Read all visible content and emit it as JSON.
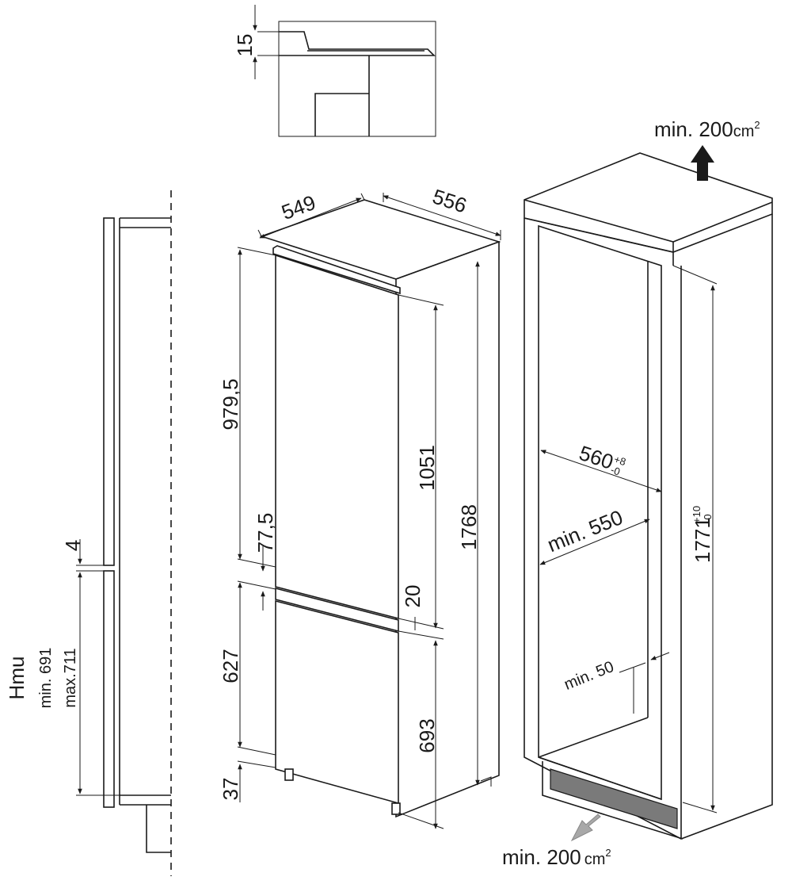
{
  "dimensions": {
    "ceiling_gap": "15",
    "width": "549",
    "depth": "556",
    "upper_height": "979,5",
    "door_gap": "77,5",
    "fridge_door": "1051",
    "total_height": "1768",
    "mid_gap": "20",
    "lower_height": "627",
    "freezer_door": "693",
    "bottom_gap": "37",
    "side_gap": "4",
    "niche_width": "560",
    "niche_width_tol_plus": "+8",
    "niche_width_tol_minus": "-0",
    "niche_depth": "min. 550",
    "niche_height": "1771",
    "niche_height_tol_plus": "+10",
    "niche_height_tol_minus": "-0",
    "min_clearance": "min. 50"
  },
  "ventilation": {
    "top_prefix": "min. 200",
    "top_unit": "cm",
    "top_exp": "2",
    "bottom_prefix": "min. 200",
    "bottom_unit": "cm",
    "bottom_exp": "2"
  },
  "hmu": {
    "label": "Hmu",
    "min": "min. 691",
    "max": "max.711"
  },
  "colors": {
    "line": "#1a1a1a",
    "vent_arrow_dark": "#1a1a1a",
    "vent_arrow_light": "#a8a8a8",
    "grille": "#7a7a7a"
  }
}
